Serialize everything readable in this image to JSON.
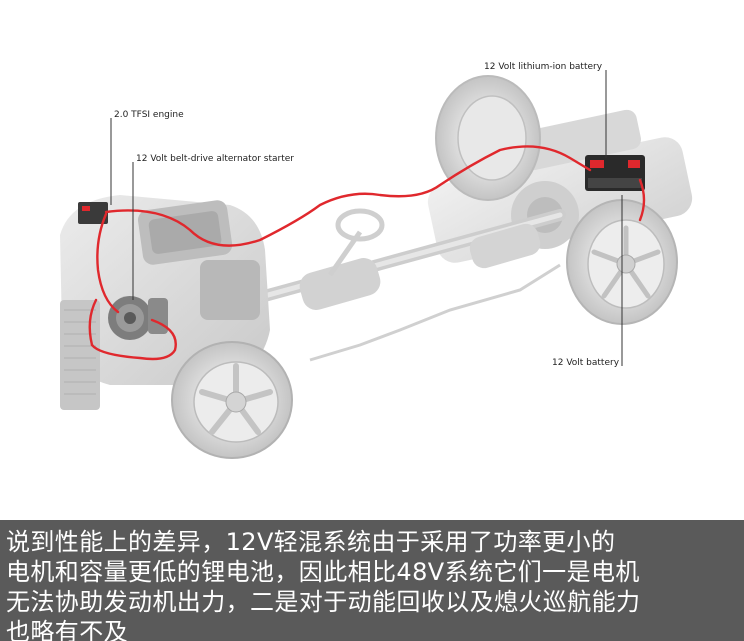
{
  "labels": {
    "engine": "2.0 TFSI engine",
    "alternator": "12 Volt belt-drive alternator starter",
    "lithium_battery": "12 Volt lithium-ion battery",
    "battery": "12 Volt battery"
  },
  "caption": {
    "lines": [
      "说到性能上的差异，12V轻混系统由于采用了功率更小的",
      "电机和容量更低的锂电池，因此相比48V系统它们一是电机",
      "无法协助发动机出力，二是对于动能回收以及熄火巡航能力",
      "也略有不及"
    ]
  },
  "colors": {
    "caption_bg": "#5a5a5a",
    "cable_red": "#e0282d",
    "chassis_gray": "#d6d6d6"
  }
}
